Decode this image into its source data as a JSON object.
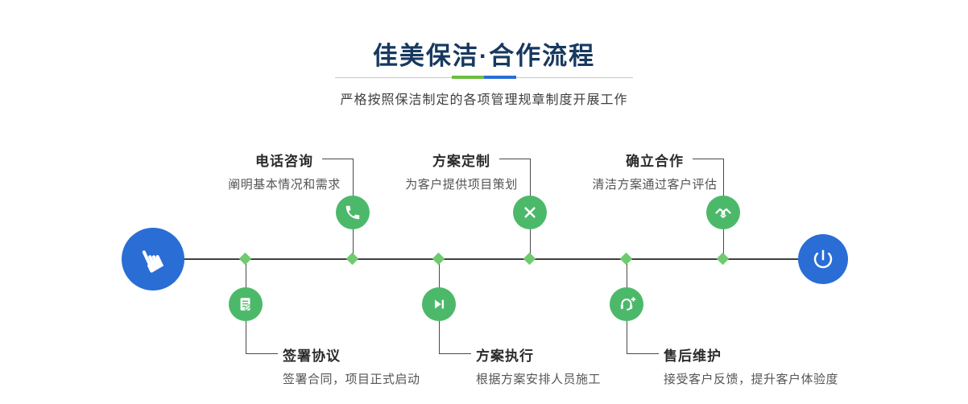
{
  "header": {
    "title": "佳美保洁·合作流程",
    "subtitle": "严格按照保洁制定的各项管理规章制度开展工作"
  },
  "flow": {
    "top_steps": [
      {
        "label": "电话咨询",
        "desc": "阐明基本情况和需求",
        "icon": "phone-icon"
      },
      {
        "label": "方案定制",
        "desc": "为客户提供项目策划",
        "icon": "pencil-ruler-icon"
      },
      {
        "label": "确立合作",
        "desc": "清洁方案通过客户评估",
        "icon": "handshake-icon"
      }
    ],
    "bottom_steps": [
      {
        "label": "签署协议",
        "desc": "签署合同，项目正式启动",
        "icon": "contract-icon"
      },
      {
        "label": "方案执行",
        "desc": "根据方案安排人员施工",
        "icon": "play-icon"
      },
      {
        "label": "售后维护",
        "desc": "接受客户反馈，提升客户体验度",
        "icon": "headset-icon"
      }
    ],
    "start_icon": "pointing-hand-icon",
    "end_icon": "power-icon"
  },
  "colors": {
    "title_navy": "#17395f",
    "accent_green": "#6cbe3f",
    "accent_blue": "#2a6dd5",
    "node_green": "#4cb96a",
    "diamond_green": "#6fca70",
    "endpoint_blue": "#2a6dd5"
  }
}
